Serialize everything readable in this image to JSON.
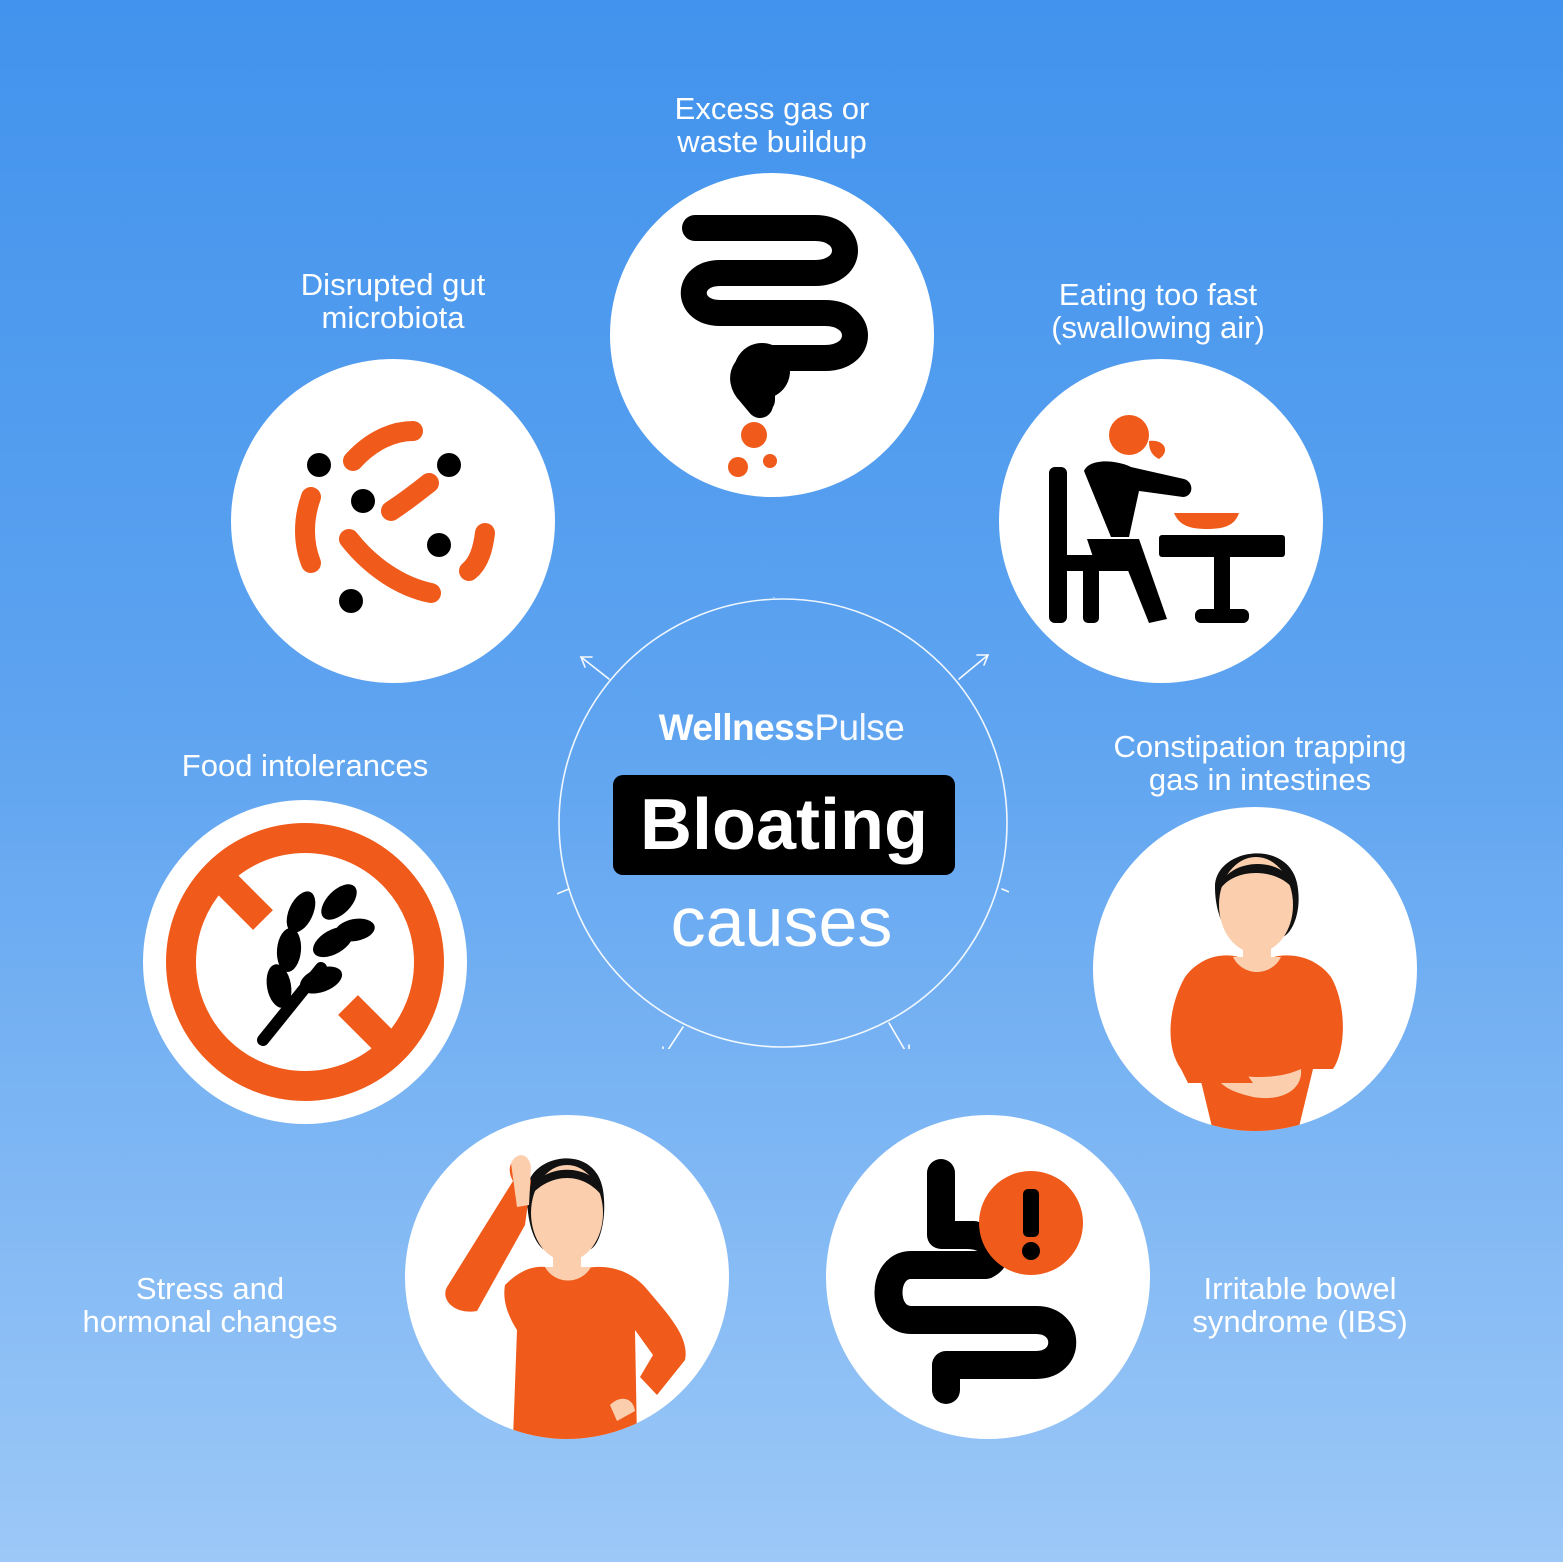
{
  "colors": {
    "background_top": "#4293ed",
    "background_bottom": "#9cc8f7",
    "accent": "#f05a1a",
    "ink": "#000000",
    "skin": "#fbcfae"
  },
  "center": {
    "brand_bold": "Wellness",
    "brand_light": "Pulse",
    "title": "Bloating",
    "subtitle": "causes"
  },
  "causes": [
    {
      "icon": "intestine-icon",
      "lines": [
        "Excess gas or",
        "waste buildup"
      ]
    },
    {
      "icon": "person-eating-icon",
      "lines": [
        "Eating too fast",
        "(swallowing air)"
      ]
    },
    {
      "icon": "woman-holding-stomach-icon",
      "lines": [
        "Constipation trapping",
        "gas in intestines"
      ]
    },
    {
      "icon": "bowel-alert-icon",
      "lines": [
        "Irritable bowel",
        "syndrome (IBS)"
      ]
    },
    {
      "icon": "woman-stressed-icon",
      "lines": [
        "Stress and",
        "hormonal changes"
      ]
    },
    {
      "icon": "no-wheat-icon",
      "lines": [
        "Food intolerances"
      ]
    },
    {
      "icon": "bacteria-icon",
      "lines": [
        "Disrupted gut",
        "microbiota"
      ]
    }
  ]
}
